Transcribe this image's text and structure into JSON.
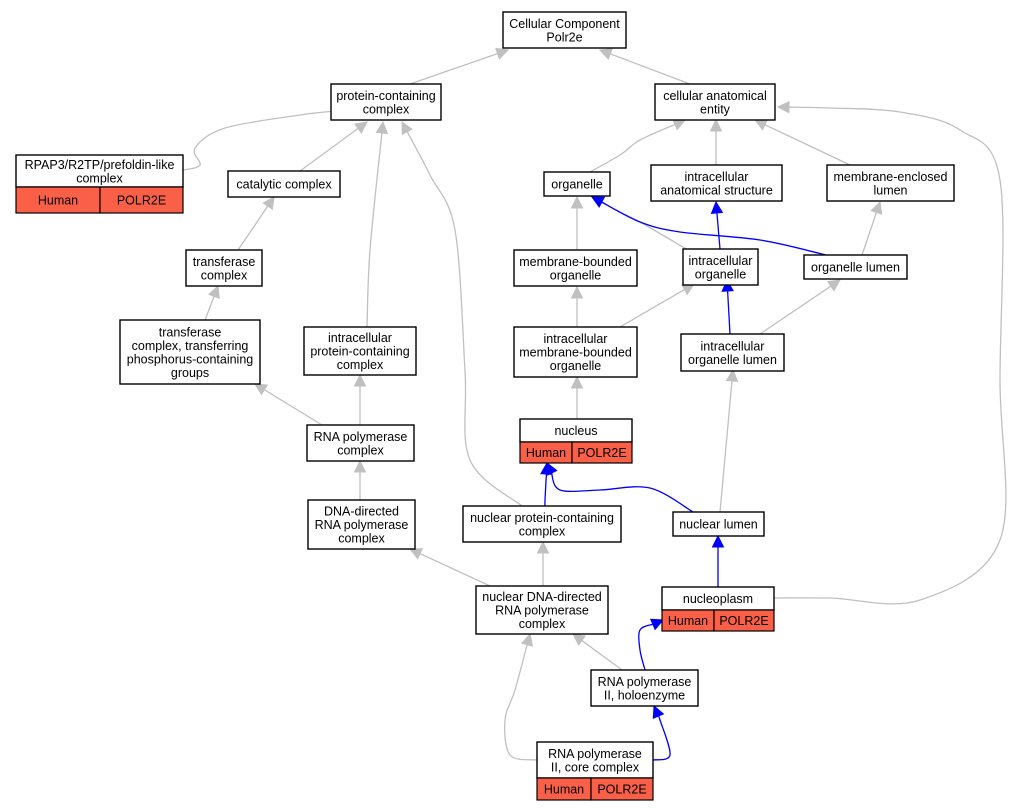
{
  "colors": {
    "edge_gray": "#c0c0c0",
    "edge_blue": "#0000ff",
    "annotation_fill": "#fa6047"
  },
  "nodes": {
    "root": {
      "lines": [
        "Cellular Component",
        "Polr2e"
      ]
    },
    "protein_containing_complex": {
      "lines": [
        "protein-containing",
        "complex"
      ]
    },
    "cellular_anatomical_entity": {
      "lines": [
        "cellular anatomical",
        "entity"
      ]
    },
    "rpap3": {
      "lines": [
        "RPAP3/R2TP/prefoldin-like",
        "complex"
      ],
      "annotation": [
        "Human",
        "POLR2E"
      ]
    },
    "catalytic_complex": {
      "lines": [
        "catalytic complex"
      ]
    },
    "organelle": {
      "lines": [
        "organelle"
      ]
    },
    "intracellular_anatomical_structure": {
      "lines": [
        "intracellular",
        "anatomical structure"
      ]
    },
    "membrane_enclosed_lumen": {
      "lines": [
        "membrane-enclosed",
        "lumen"
      ]
    },
    "transferase_complex": {
      "lines": [
        "transferase",
        "complex"
      ]
    },
    "membrane_bounded_organelle": {
      "lines": [
        "membrane-bounded",
        "organelle"
      ]
    },
    "intracellular_organelle": {
      "lines": [
        "intracellular",
        "organelle"
      ]
    },
    "organelle_lumen": {
      "lines": [
        "organelle lumen"
      ]
    },
    "transferase_phosphorus": {
      "lines": [
        "transferase",
        "complex, transferring",
        "phosphorus-containing",
        "groups"
      ]
    },
    "intracellular_protein_containing_complex": {
      "lines": [
        "intracellular",
        "protein-containing",
        "complex"
      ]
    },
    "intracellular_membrane_bounded_organelle": {
      "lines": [
        "intracellular",
        "membrane-bounded",
        "organelle"
      ]
    },
    "intracellular_organelle_lumen": {
      "lines": [
        "intracellular",
        "organelle lumen"
      ]
    },
    "rna_polymerase_complex": {
      "lines": [
        "RNA polymerase",
        "complex"
      ]
    },
    "nucleus": {
      "lines": [
        "nucleus"
      ],
      "annotation": [
        "Human",
        "POLR2E"
      ]
    },
    "dna_directed_rnap_complex": {
      "lines": [
        "DNA-directed",
        "RNA polymerase",
        "complex"
      ]
    },
    "nuclear_protein_containing_complex": {
      "lines": [
        "nuclear protein-containing",
        "complex"
      ]
    },
    "nuclear_lumen": {
      "lines": [
        "nuclear lumen"
      ]
    },
    "nucleoplasm": {
      "lines": [
        "nucleoplasm"
      ],
      "annotation": [
        "Human",
        "POLR2E"
      ]
    },
    "nuclear_dna_directed_rnap_complex": {
      "lines": [
        "nuclear DNA-directed",
        "RNA polymerase",
        "complex"
      ]
    },
    "rnap2_holoenzyme": {
      "lines": [
        "RNA polymerase",
        "II, holoenzyme"
      ]
    },
    "rnap2_core": {
      "lines": [
        "RNA polymerase",
        "II, core complex"
      ],
      "annotation": [
        "Human",
        "POLR2E"
      ]
    }
  },
  "edges": [
    {
      "from": "protein_containing_complex",
      "to": "root",
      "color": "gray"
    },
    {
      "from": "cellular_anatomical_entity",
      "to": "root",
      "color": "gray"
    },
    {
      "from": "rpap3",
      "to": "protein_containing_complex",
      "color": "gray"
    },
    {
      "from": "catalytic_complex",
      "to": "protein_containing_complex",
      "color": "gray"
    },
    {
      "from": "intracellular_protein_containing_complex",
      "to": "protein_containing_complex",
      "color": "gray"
    },
    {
      "from": "nuclear_protein_containing_complex",
      "to": "protein_containing_complex",
      "color": "gray"
    },
    {
      "from": "organelle",
      "to": "cellular_anatomical_entity",
      "color": "gray"
    },
    {
      "from": "intracellular_anatomical_structure",
      "to": "cellular_anatomical_entity",
      "color": "gray"
    },
    {
      "from": "membrane_enclosed_lumen",
      "to": "cellular_anatomical_entity",
      "color": "gray"
    },
    {
      "from": "nucleoplasm",
      "to": "cellular_anatomical_entity",
      "color": "gray"
    },
    {
      "from": "transferase_complex",
      "to": "catalytic_complex",
      "color": "gray"
    },
    {
      "from": "transferase_phosphorus",
      "to": "transferase_complex",
      "color": "gray"
    },
    {
      "from": "membrane_bounded_organelle",
      "to": "organelle",
      "color": "gray"
    },
    {
      "from": "intracellular_organelle",
      "to": "organelle",
      "color": "gray"
    },
    {
      "from": "organelle_lumen",
      "to": "organelle",
      "color": "blue"
    },
    {
      "from": "intracellular_organelle",
      "to": "intracellular_anatomical_structure",
      "color": "blue"
    },
    {
      "from": "organelle_lumen",
      "to": "membrane_enclosed_lumen",
      "color": "gray"
    },
    {
      "from": "intracellular_membrane_bounded_organelle",
      "to": "membrane_bounded_organelle",
      "color": "gray"
    },
    {
      "from": "intracellular_membrane_bounded_organelle",
      "to": "intracellular_organelle",
      "color": "gray"
    },
    {
      "from": "intracellular_organelle_lumen",
      "to": "intracellular_organelle",
      "color": "blue"
    },
    {
      "from": "intracellular_organelle_lumen",
      "to": "organelle_lumen",
      "color": "gray"
    },
    {
      "from": "rna_polymerase_complex",
      "to": "transferase_phosphorus",
      "color": "gray"
    },
    {
      "from": "rna_polymerase_complex",
      "to": "intracellular_protein_containing_complex",
      "color": "gray"
    },
    {
      "from": "nucleus",
      "to": "intracellular_membrane_bounded_organelle",
      "color": "gray"
    },
    {
      "from": "nuclear_lumen",
      "to": "intracellular_organelle_lumen",
      "color": "gray"
    },
    {
      "from": "dna_directed_rnap_complex",
      "to": "rna_polymerase_complex",
      "color": "gray"
    },
    {
      "from": "nuclear_protein_containing_complex",
      "to": "nucleus",
      "color": "blue"
    },
    {
      "from": "nuclear_lumen",
      "to": "nucleus",
      "color": "blue"
    },
    {
      "from": "nucleoplasm",
      "to": "nuclear_lumen",
      "color": "blue"
    },
    {
      "from": "nuclear_dna_directed_rnap_complex",
      "to": "dna_directed_rnap_complex",
      "color": "gray"
    },
    {
      "from": "nuclear_dna_directed_rnap_complex",
      "to": "nuclear_protein_containing_complex",
      "color": "gray"
    },
    {
      "from": "rnap2_holoenzyme",
      "to": "nuclear_dna_directed_rnap_complex",
      "color": "gray"
    },
    {
      "from": "rnap2_holoenzyme",
      "to": "nucleoplasm",
      "color": "blue"
    },
    {
      "from": "rnap2_core",
      "to": "nuclear_dna_directed_rnap_complex",
      "color": "gray"
    },
    {
      "from": "rnap2_core",
      "to": "rnap2_holoenzyme",
      "color": "blue"
    }
  ]
}
